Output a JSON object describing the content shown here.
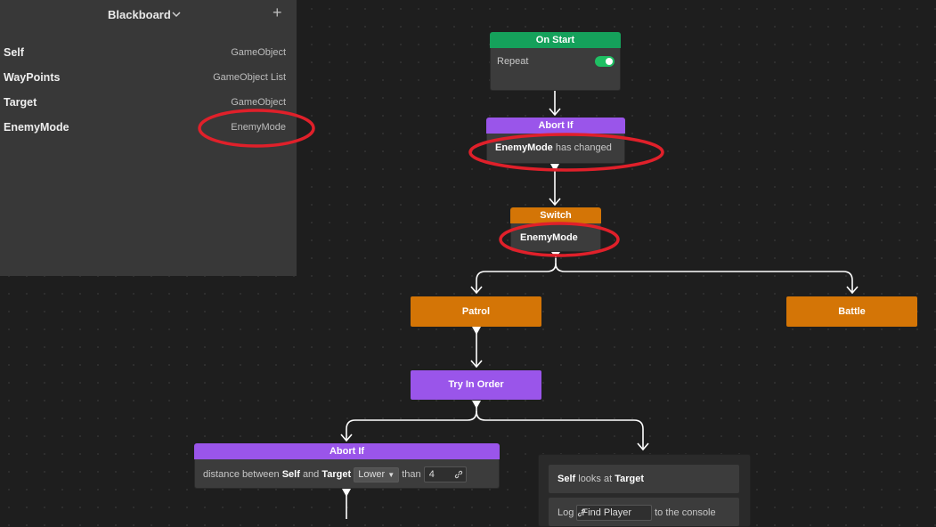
{
  "blackboard": {
    "title": "Blackboard",
    "plus": "+",
    "variables": [
      {
        "name": "Self",
        "type": "GameObject"
      },
      {
        "name": "WayPoints",
        "type": "GameObject List"
      },
      {
        "name": "Target",
        "type": "GameObject"
      },
      {
        "name": "EnemyMode",
        "type": "EnemyMode"
      }
    ]
  },
  "nodes": {
    "on_start": {
      "title": "On Start",
      "repeat_label": "Repeat",
      "repeat_on": true
    },
    "abort_if_top": {
      "title": "Abort If",
      "var": "EnemyMode",
      "text": "has changed"
    },
    "switch": {
      "title": "Switch",
      "var": "EnemyMode"
    },
    "patrol": {
      "title": "Patrol"
    },
    "battle": {
      "title": "Battle"
    },
    "try_in_order": {
      "title": "Try In Order"
    },
    "abort_if_bottom": {
      "title": "Abort If",
      "prefix": "distance between",
      "a": "Self",
      "and": "and",
      "b": "Target",
      "op": "Lower",
      "than": "than",
      "value": "4"
    },
    "look_at": {
      "subject": "Self",
      "verb": "looks at",
      "object": "Target"
    },
    "log": {
      "label": "Log",
      "message": "Find Player",
      "suffix": "to the console"
    }
  },
  "colors": {
    "green": "#15a15b",
    "purple": "#9a55ea",
    "orange": "#d47506",
    "highlight": "#e0202a"
  }
}
